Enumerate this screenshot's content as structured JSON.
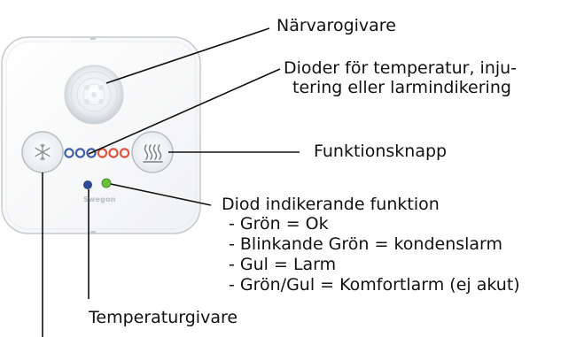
{
  "device": {
    "brand": "Swegon",
    "led_row_colors": [
      "#3d5ea6",
      "#3d5ea6",
      "#3d5ea6",
      "#e0533f",
      "#e0533f",
      "#e0533f"
    ],
    "status_led_color": "#6cbf3a",
    "temp_sensor_color": "#2d4a9a",
    "left_button_icon": "snowflake-icon",
    "right_button_icon": "heat-waves-icon"
  },
  "labels": {
    "presence": "Närvarogivare",
    "diodes_line1": "Dioder för temperatur, inju-",
    "diodes_line2": "tering eller larmindikering",
    "function_button": "Funktionsknapp",
    "status_title": "Diod indikerande funktion",
    "status_items": [
      "- Grön = Ok",
      "- Blinkande Grön = kondenslarm",
      "- Gul = Larm",
      "- Grön/Gul = Komfortlarm (ej akut)"
    ],
    "temp_sensor": "Temperaturgivare"
  }
}
